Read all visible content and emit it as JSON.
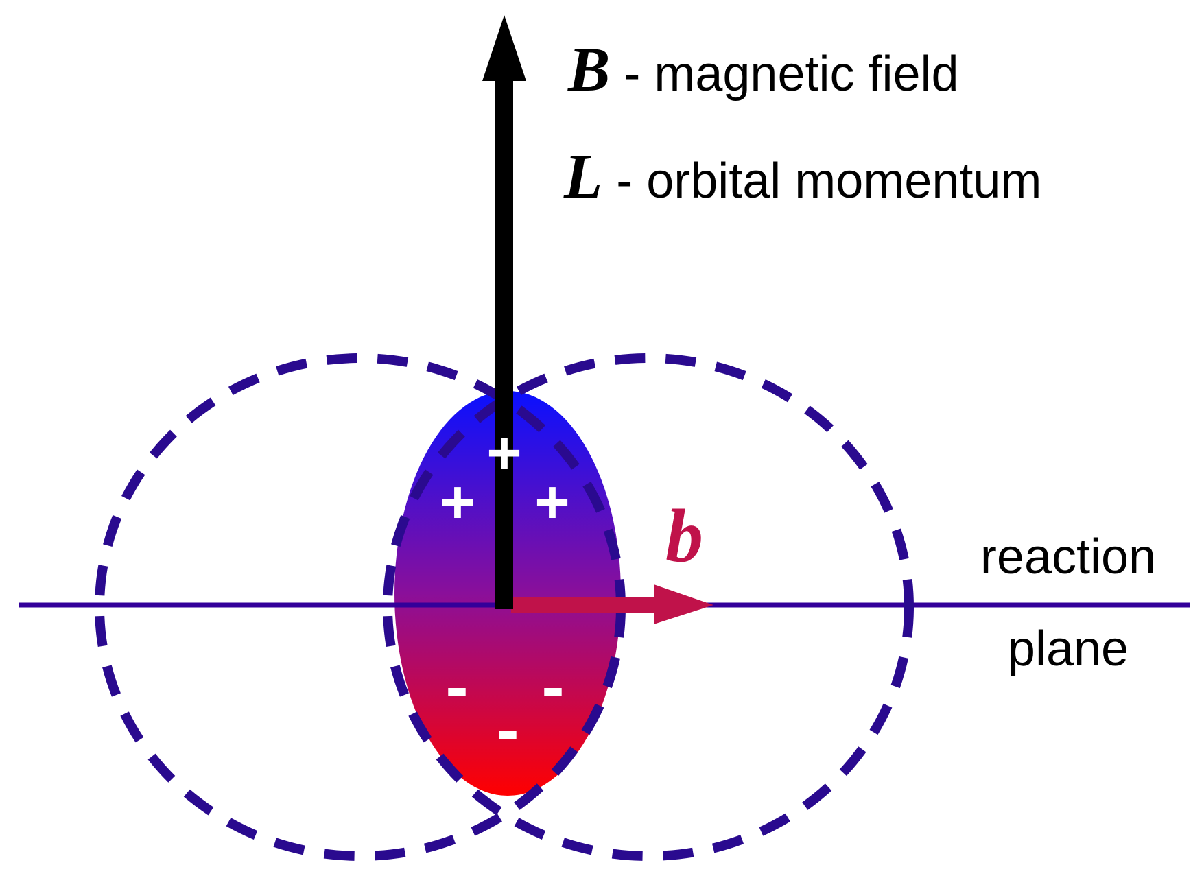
{
  "legend": {
    "magnetic": {
      "symbol": "B",
      "text": " - magnetic field"
    },
    "orbital": {
      "symbol": "L",
      "text": " - orbital momentum"
    }
  },
  "impact": {
    "symbol": "b"
  },
  "plane": {
    "line1": "reaction",
    "line2": "plane"
  },
  "charges": {
    "positive": [
      "+",
      "+",
      "+"
    ],
    "negative": [
      "-",
      "-",
      "-"
    ]
  },
  "colors": {
    "ring": "#2a0a8f",
    "plane_line": "#33009a",
    "overlap_top": "#0a10ff",
    "overlap_mid": "#8a0f9a",
    "overlap_bottom": "#ff0000",
    "impact_arrow": "#c0124a",
    "axis_arrow": "#000000"
  }
}
